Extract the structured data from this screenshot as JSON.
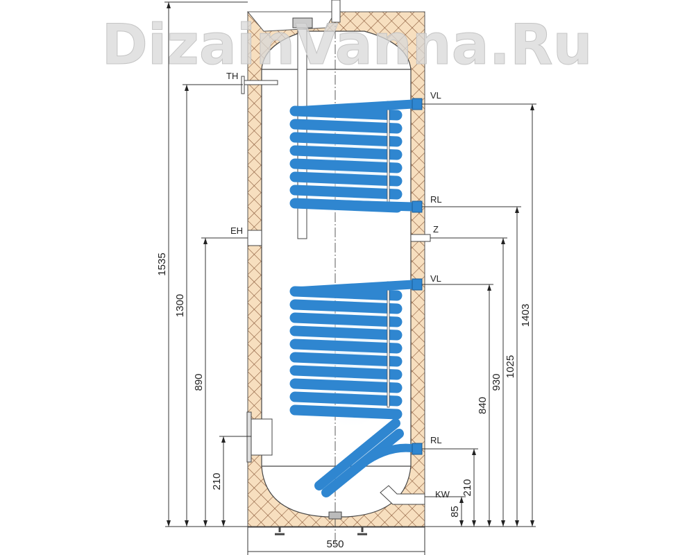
{
  "labels": {
    "th": "TH",
    "eh": "EH",
    "vl_upper": "VL",
    "rl_upper": "RL",
    "z": "Z",
    "vl_lower": "VL",
    "rl_lower": "RL",
    "kw": "KW"
  },
  "dimensions": {
    "total_height": "1535",
    "th_height": "1300",
    "eh_height": "890",
    "flange_height": "210",
    "vl_upper_height": "1403",
    "rl_upper_height": "1025",
    "z_height": "930",
    "vl_lower_height": "840",
    "rl_lower_height": "210",
    "kw_height": "85",
    "width": "550"
  },
  "watermark": "DizainVanna.Ru",
  "colors": {
    "insulation": "#f7dfbf",
    "insulation_hatch": "#8a5a3a",
    "coil": "#2f86d0",
    "coil_highlight": "#e8f4fc"
  }
}
